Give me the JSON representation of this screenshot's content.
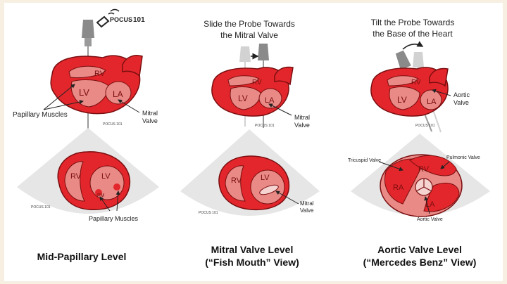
{
  "logo": {
    "text": "POCUS",
    "number": "101"
  },
  "columns": [
    {
      "heading_lines": [],
      "long_axis_labels": {
        "rv": "RV",
        "lv": "LV",
        "la": "LA"
      },
      "long_axis_callouts": {
        "papillary": "Papillary Muscles",
        "mitral_1": "Mitral",
        "mitral_2": "Valve"
      },
      "short_axis_labels": {
        "rv": "RV",
        "lv": "LV",
        "pm": "PM"
      },
      "short_axis_callouts": {
        "papillary": "Papillary Muscles"
      },
      "caption_lines": [
        "Mid-Papillary Level",
        ""
      ]
    },
    {
      "heading_lines": [
        "Slide the Probe Towards",
        "the Mitral Valve"
      ],
      "long_axis_labels": {
        "rv": "RV",
        "lv": "LV",
        "la": "LA"
      },
      "long_axis_callouts": {
        "mitral_1": "Mitral",
        "mitral_2": "Valve"
      },
      "short_axis_labels": {
        "rv": "RV",
        "lv": "LV"
      },
      "short_axis_callouts": {
        "mitral_1": "Mitral",
        "mitral_2": "Valve"
      },
      "caption_lines": [
        "Mitral Valve Level",
        "(“Fish Mouth” View)"
      ]
    },
    {
      "heading_lines": [
        "Tilt the Probe Towards",
        "the Base of the Heart"
      ],
      "long_axis_labels": {
        "rv": "RV",
        "lv": "LV",
        "la": "LA"
      },
      "long_axis_callouts": {
        "aortic_1": "Aortic",
        "aortic_2": "Valve"
      },
      "short_axis_labels": {
        "rv": "RV",
        "ra": "RA",
        "la": "LA"
      },
      "short_axis_callouts": {
        "tricuspid": "Tricuspid Valve",
        "pulmonic": "Pulmonic Valve",
        "aortic": "Aortic Valve"
      },
      "caption_lines": [
        "Aortic Valve Level",
        "(“Mercedes Benz” View)"
      ]
    }
  ],
  "watermark": "POCUS 101",
  "colors": {
    "heart_red": "#e3262b",
    "heart_pink": "#e98a86",
    "outline": "#7a0e10",
    "fan_gray": "#e6e6e6",
    "probe_gray": "#8a8a8a"
  }
}
